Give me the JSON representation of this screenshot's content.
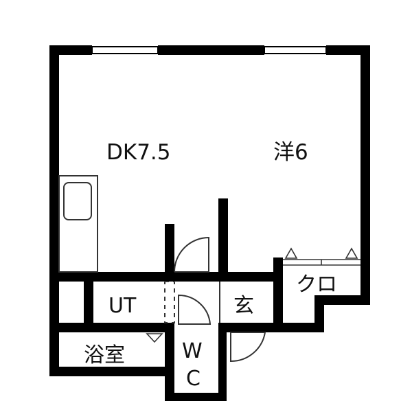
{
  "rooms": {
    "dk": "DK7.5",
    "western": "洋6",
    "utility": "UT",
    "entrance": "玄",
    "closet": "クロ",
    "bath": "浴室",
    "wc_w": "W",
    "wc_c": "C"
  },
  "colors": {
    "wall": "#000000",
    "line": "#333333",
    "background": "#ffffff"
  }
}
